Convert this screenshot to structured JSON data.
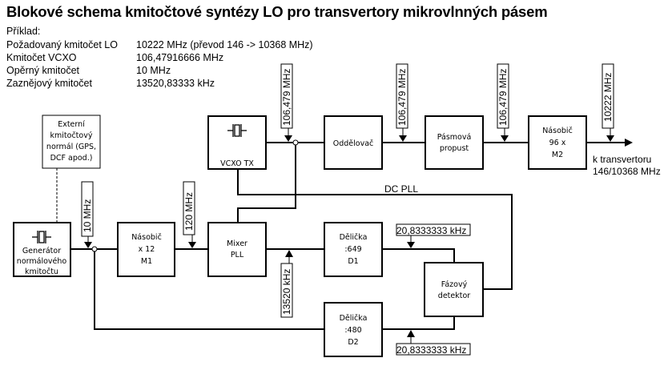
{
  "title": "Blokové schema kmitočtové syntézy LO pro transvertory mikrovlnných pásem",
  "example": {
    "heading": "Příklad:",
    "rows": [
      {
        "label": "Požadovaný kmitočet LO",
        "value": "10222 MHz  (převod 146 -> 10368 MHz)"
      },
      {
        "label": "Kmitočet VCXO",
        "value": "106,47916666 MHz"
      },
      {
        "label": "Opěrný kmitočet",
        "value": "10 MHz"
      },
      {
        "label": "Zaznějový kmitočet",
        "value": "13520,83333 kHz"
      }
    ]
  },
  "blocks": {
    "external": [
      "Externí",
      "kmitočtový",
      "normál (GPS,",
      "DCF apod.)"
    ],
    "generator": [
      "Generátor",
      "normálového",
      "kmitočtu"
    ],
    "m1": [
      "Násobič",
      "x 12",
      "M1"
    ],
    "mixer": [
      "Mixer",
      "PLL"
    ],
    "vcxo": "VCXO TX",
    "buffer": "Oddělovač",
    "bandpass": [
      "Pásmová",
      "propust"
    ],
    "m2": [
      "Násobič",
      "96 x",
      "M2"
    ],
    "d1": [
      "Dělička",
      ":649",
      "D1"
    ],
    "d2": [
      "Dělička",
      ":480",
      "D2"
    ],
    "phase": [
      "Fázový",
      "detektor"
    ]
  },
  "tags": {
    "ref": "10 MHz",
    "m1_out": "120 MHz",
    "vcxo_out": "106,479 MHz",
    "buffer_out": "106,479 MHz",
    "bp_out": "106,479 MHz",
    "m2_out": "10222 MHz",
    "mixer_out": "13520 kHz",
    "d1_out": "20,8333333 kHz",
    "d2_out": "20,8333333 kHz"
  },
  "output": [
    "k transvertoru",
    "146/10368 MHz"
  ],
  "dc_pll": "DC PLL"
}
